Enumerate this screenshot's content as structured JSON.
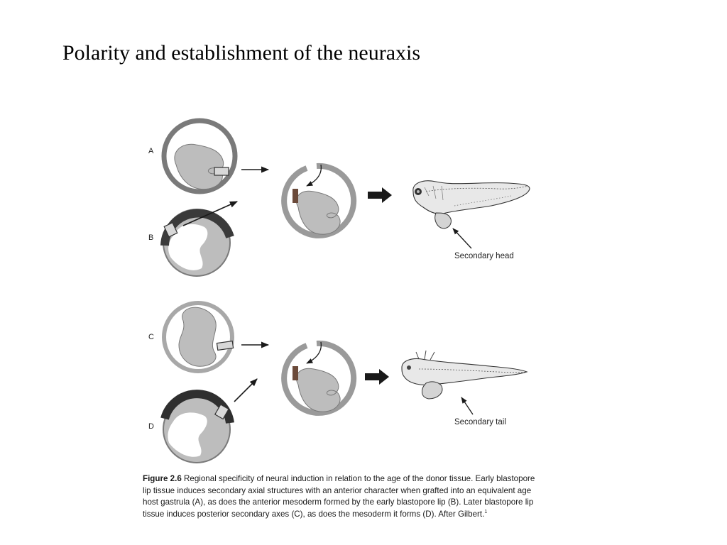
{
  "slide": {
    "title": "Polarity and establishment of the neuraxis"
  },
  "figure": {
    "panels": [
      "A",
      "B",
      "C",
      "D"
    ],
    "annotations": {
      "top": "Secondary head",
      "bottom": "Secondary tail"
    },
    "caption": {
      "lead": "Figure  2.6",
      "body": "Regional specificity of neural induction in relation to the age of the donor tissue. Early blastopore lip tissue induces secondary axial structures with an anterior character when grafted into an equivalent age host gastrula (A), as does the anterior mesoderm formed by the early blastopore lip (B). Later blastopore lip tissue induces posterior secondary axes (C), as does the mesoderm it forms (D). After Gilbert.",
      "ref": "1"
    },
    "colors": {
      "tissue": "#bdbdbd",
      "outline": "#6a6a6a",
      "mesoderm": "#3a3a3a",
      "graft": "#6b4a3a"
    }
  }
}
